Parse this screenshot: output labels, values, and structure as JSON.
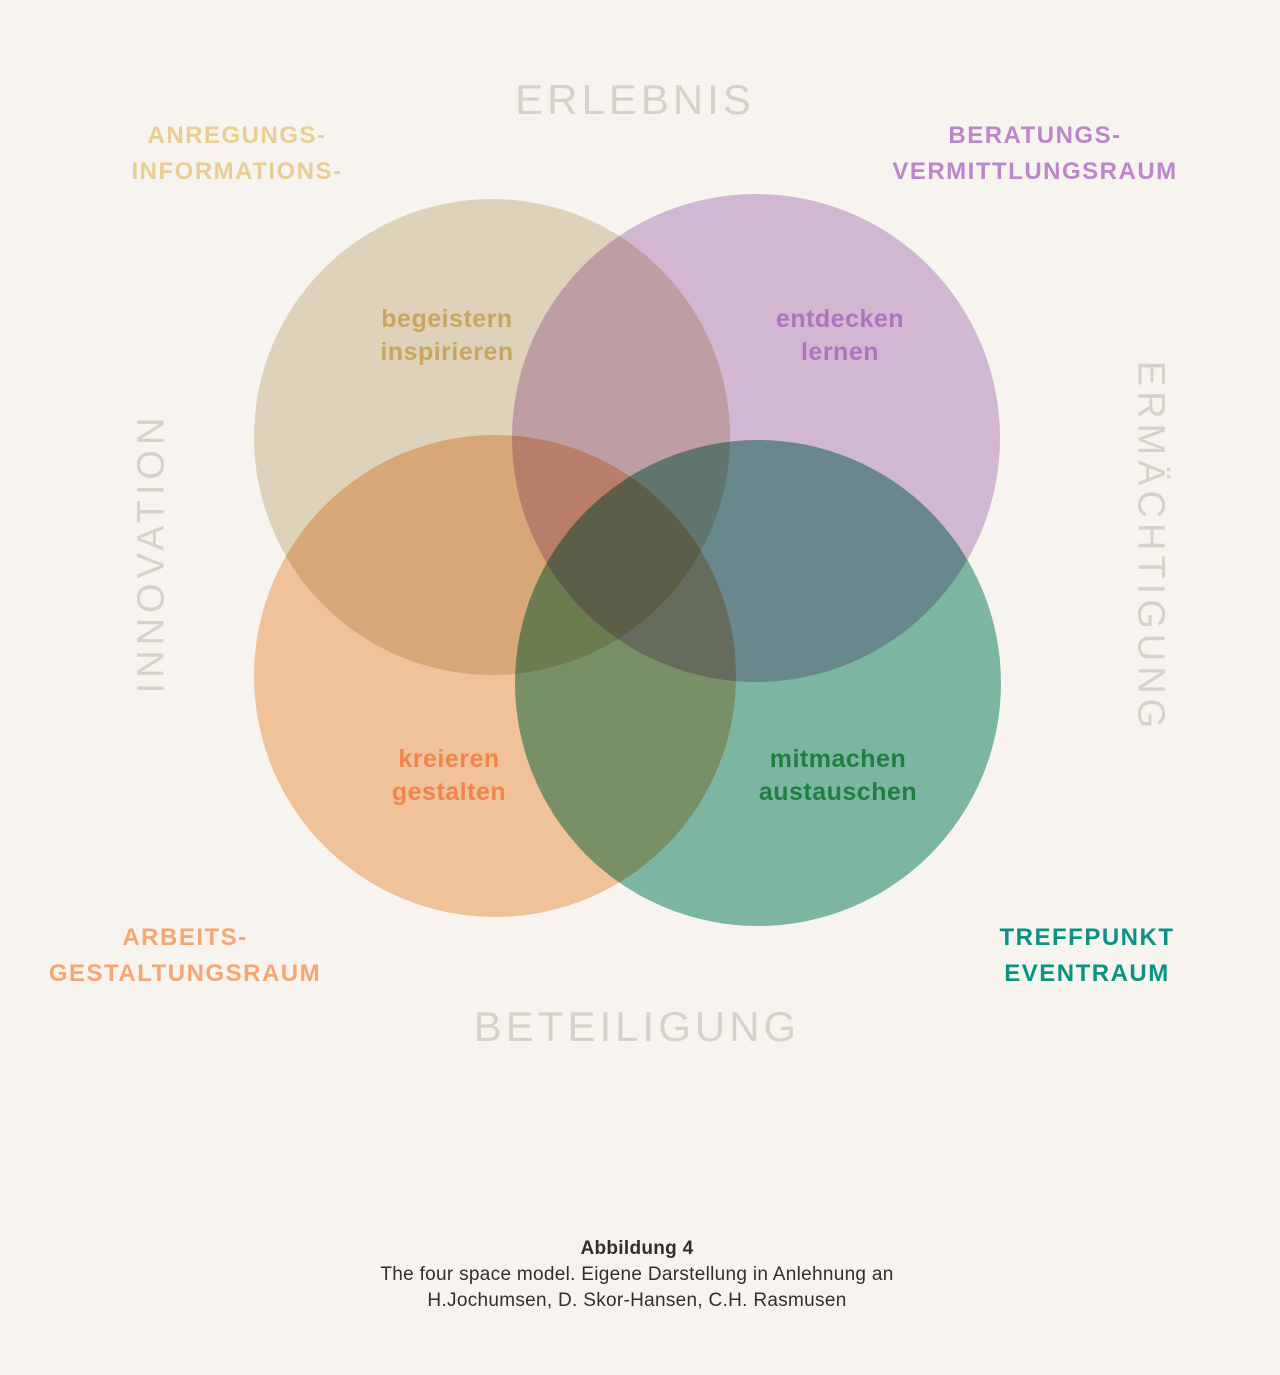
{
  "colors": {
    "background": "#f7f4f0",
    "axis_gray": "#d6d2c8",
    "tan_circle": "#e6dcc6",
    "purple_circle": "#d9c0e0",
    "orange_circle": "#f8cba4",
    "teal_circle": "#80bdac",
    "tan_label": "#c9a55e",
    "purple_label": "#ae74c0",
    "orange_label": "#f0854a",
    "green_label": "#1e8040",
    "tan_corner_label": "#e9cd92",
    "purple_corner_label": "#bd85ca",
    "orange_corner_label": "#f5a671",
    "teal_corner_label": "#0a9384",
    "caption_text": "#2f2f2f"
  },
  "axes": {
    "top": "ERLEBNIS",
    "bottom": "BETEILIGUNG",
    "left": "INNOVATION",
    "right": "ERMÄCHTIGUNG"
  },
  "corners": {
    "top_left": {
      "line1": "ANREGUNGS-",
      "line2": "INFORMATIONS-"
    },
    "top_right": {
      "line1": "BERATUNGS-",
      "line2": "VERMITTLUNGSRAUM"
    },
    "bottom_left": {
      "line1": "ARBEITS-",
      "line2": "GESTALTUNGSRAUM"
    },
    "bottom_right": {
      "line1": "TREFFPUNKT",
      "line2": "EVENTRAUM"
    }
  },
  "circles": {
    "tan": {
      "line1": "begeistern",
      "line2": "inspirieren"
    },
    "purple": {
      "line1": "entdecken",
      "line2": "lernen"
    },
    "orange": {
      "line1": "kreieren",
      "line2": "gestalten"
    },
    "teal": {
      "line1": "mitmachen",
      "line2": "austauschen"
    }
  },
  "caption": {
    "title": "Abbildung 4",
    "line1": "The four space model. Eigene Darstellung in Anlehnung an",
    "line2": "H.Jochumsen, D. Skor-Hansen, C.H. Rasmusen"
  }
}
